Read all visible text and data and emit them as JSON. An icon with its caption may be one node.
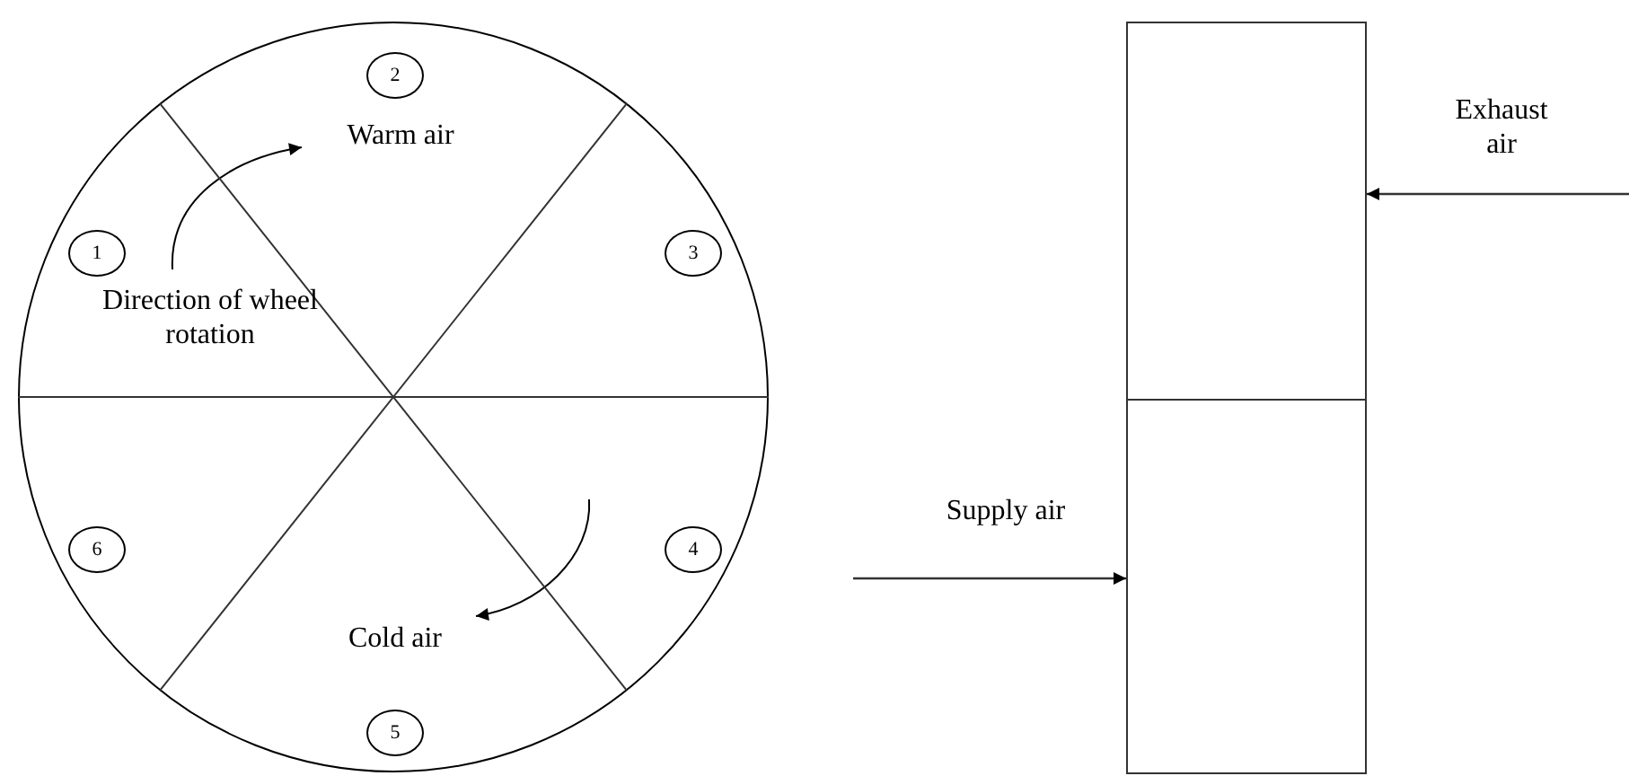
{
  "diagram": {
    "nodes": [
      {
        "text": [],
        "shape": "circle"
      },
      {
        "text": [
          "1"
        ],
        "in": 0
      },
      {
        "text": [
          "2"
        ],
        "in": 0
      },
      {
        "text": [
          "3"
        ],
        "in": 0
      },
      {
        "text": [
          "4"
        ],
        "in": 0
      },
      {
        "text": [
          "5"
        ],
        "in": 0
      },
      {
        "text": [
          "6"
        ],
        "in": 0
      },
      {
        "text": [],
        "shape": "box"
      },
      {
        "text": [],
        "shape": "box"
      }
    ],
    "edges": [
      {
        "from": null,
        "to": 8,
        "arrow": "to",
        "label": "Supply air"
      },
      {
        "from": null,
        "to": 7,
        "arrow": "to",
        "label": "Exhaust air"
      }
    ],
    "labels": [
      "Warm air",
      "Direction of wheel rotation",
      "Cold air"
    ]
  }
}
